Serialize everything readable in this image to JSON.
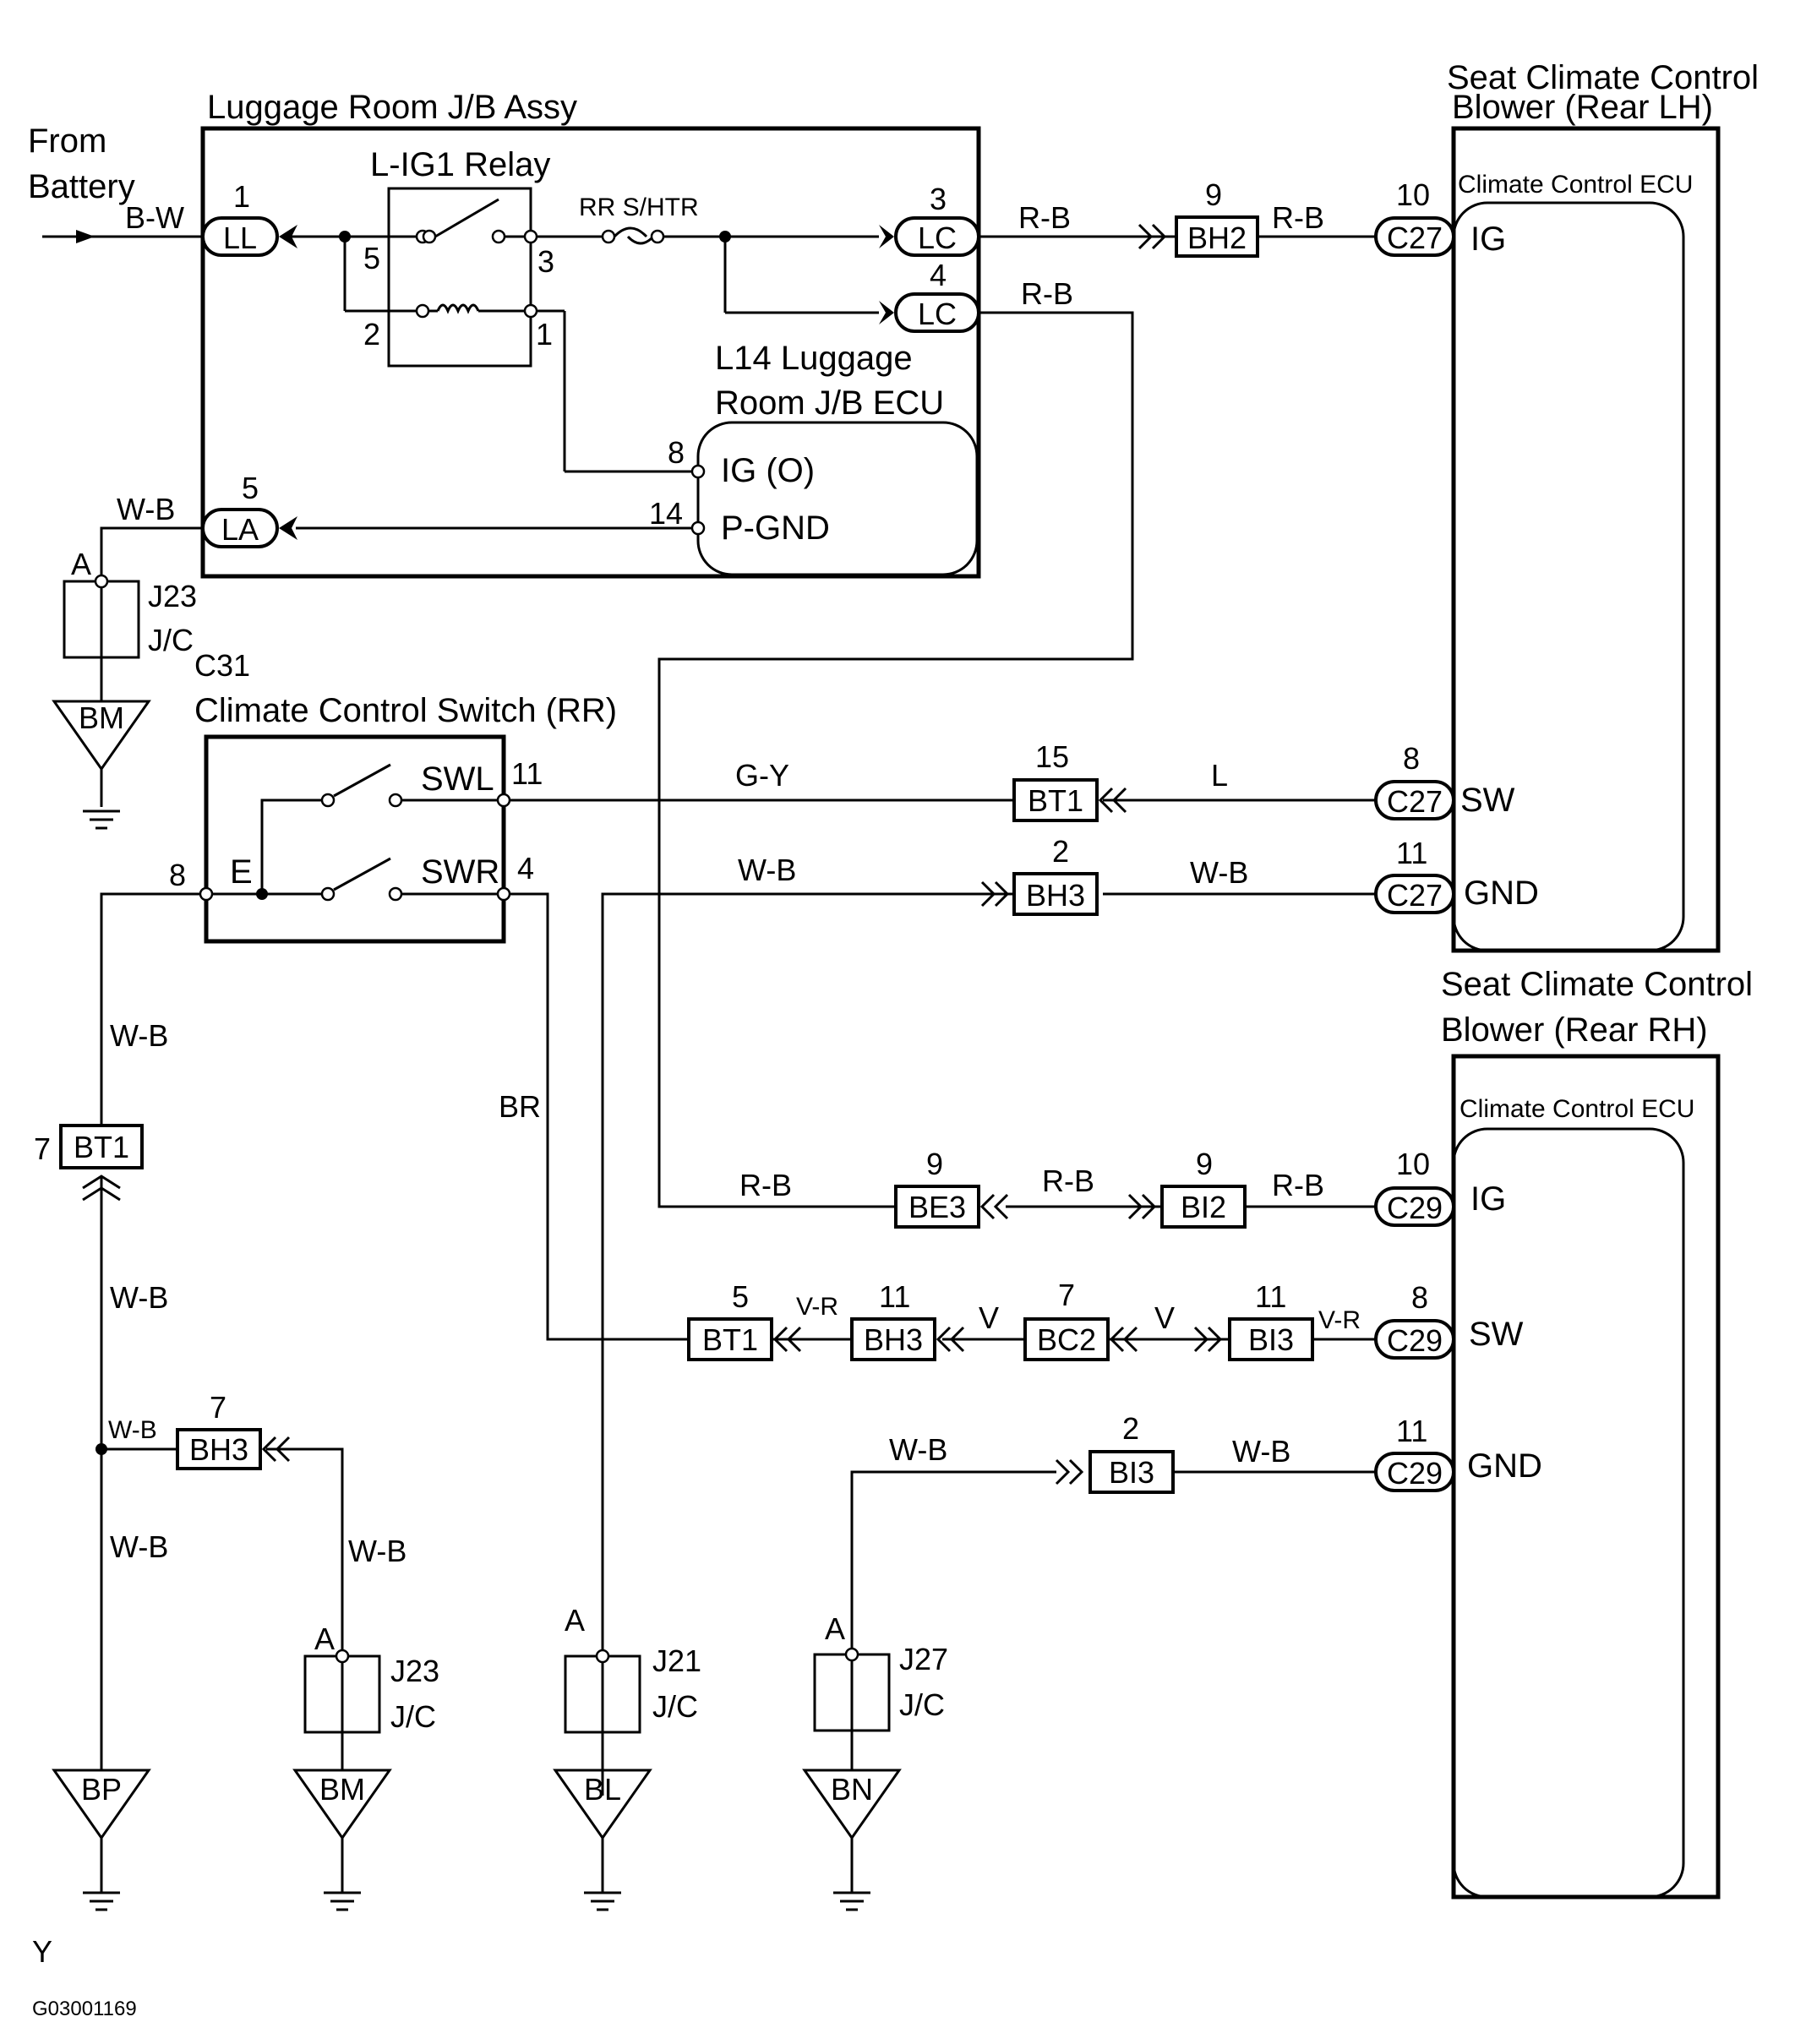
{
  "header_text": {
    "from_battery_1": "From",
    "from_battery_2": "Battery",
    "jb_title": "Luggage Room J/B Assy",
    "relay_title": "L-IG1  Relay",
    "fuse_label": "RR S/HTR",
    "ecu_title_1": "L14 Luggage",
    "ecu_title_2": "Room J/B ECU",
    "ecu_pin_ig": "IG (O)",
    "ecu_pin_pgnd": "P-GND",
    "lh_title_1": "Seat Climate Control",
    "lh_title_2": "Blower (Rear LH)",
    "lh_inner": "Climate Control ECU",
    "rh_title_1": "Seat Climate Control",
    "rh_title_2": "Blower (Rear RH)",
    "rh_inner": "Climate Control ECU",
    "switch_code": "C31",
    "switch_title": "Climate Control Switch (RR)",
    "switch_swl": "SWL",
    "switch_swr": "SWR",
    "switch_e": "E",
    "footer_y": "Y",
    "figure_id": "G03001169"
  },
  "pins": {
    "ig": "IG",
    "sw": "SW",
    "gnd": "GND",
    "n1": "1",
    "n2": "2",
    "n3": "3",
    "n4": "4",
    "n5": "5",
    "n7": "7",
    "n8": "8",
    "n9": "9",
    "n10": "10",
    "n11": "11",
    "n14": "14",
    "n15": "15",
    "a": "A"
  },
  "connectors": {
    "ll": "LL",
    "lc": "LC",
    "la": "LA",
    "bh2": "BH2",
    "bh3": "BH3",
    "bt1": "BT1",
    "be3": "BE3",
    "bi2": "BI2",
    "bi3": "BI3",
    "bc2": "BC2",
    "c27": "C27",
    "c29": "C29"
  },
  "wires": {
    "bw": "B-W",
    "rb": "R-B",
    "wb": "W-B",
    "gy": "G-Y",
    "l": "L",
    "br": "BR",
    "vr": "V-R",
    "v": "V"
  },
  "junctions": {
    "j23": "J23",
    "j21": "J21",
    "j27": "J27",
    "jc": "J/C"
  },
  "grounds": {
    "bm": "BM",
    "bp": "BP",
    "bl": "BL",
    "bn": "BN"
  }
}
